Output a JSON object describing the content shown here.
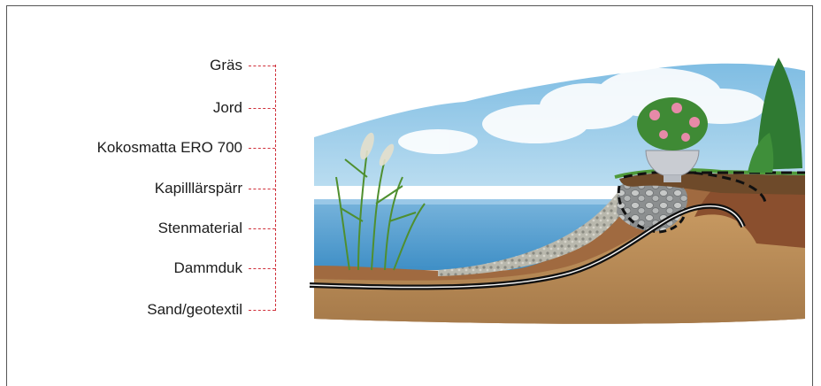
{
  "labels": [
    "Gräs",
    "Jord",
    "Kokosmatta ERO 700",
    "Kapilllärspärr",
    "Stenmaterial",
    "Dammduk",
    "Sand/geotextil"
  ],
  "colors": {
    "leader": "#d0303a",
    "sky": "#8ec6e6",
    "water": "#5aa6d6",
    "soil": "#b07a4a",
    "liner": "#111111"
  }
}
